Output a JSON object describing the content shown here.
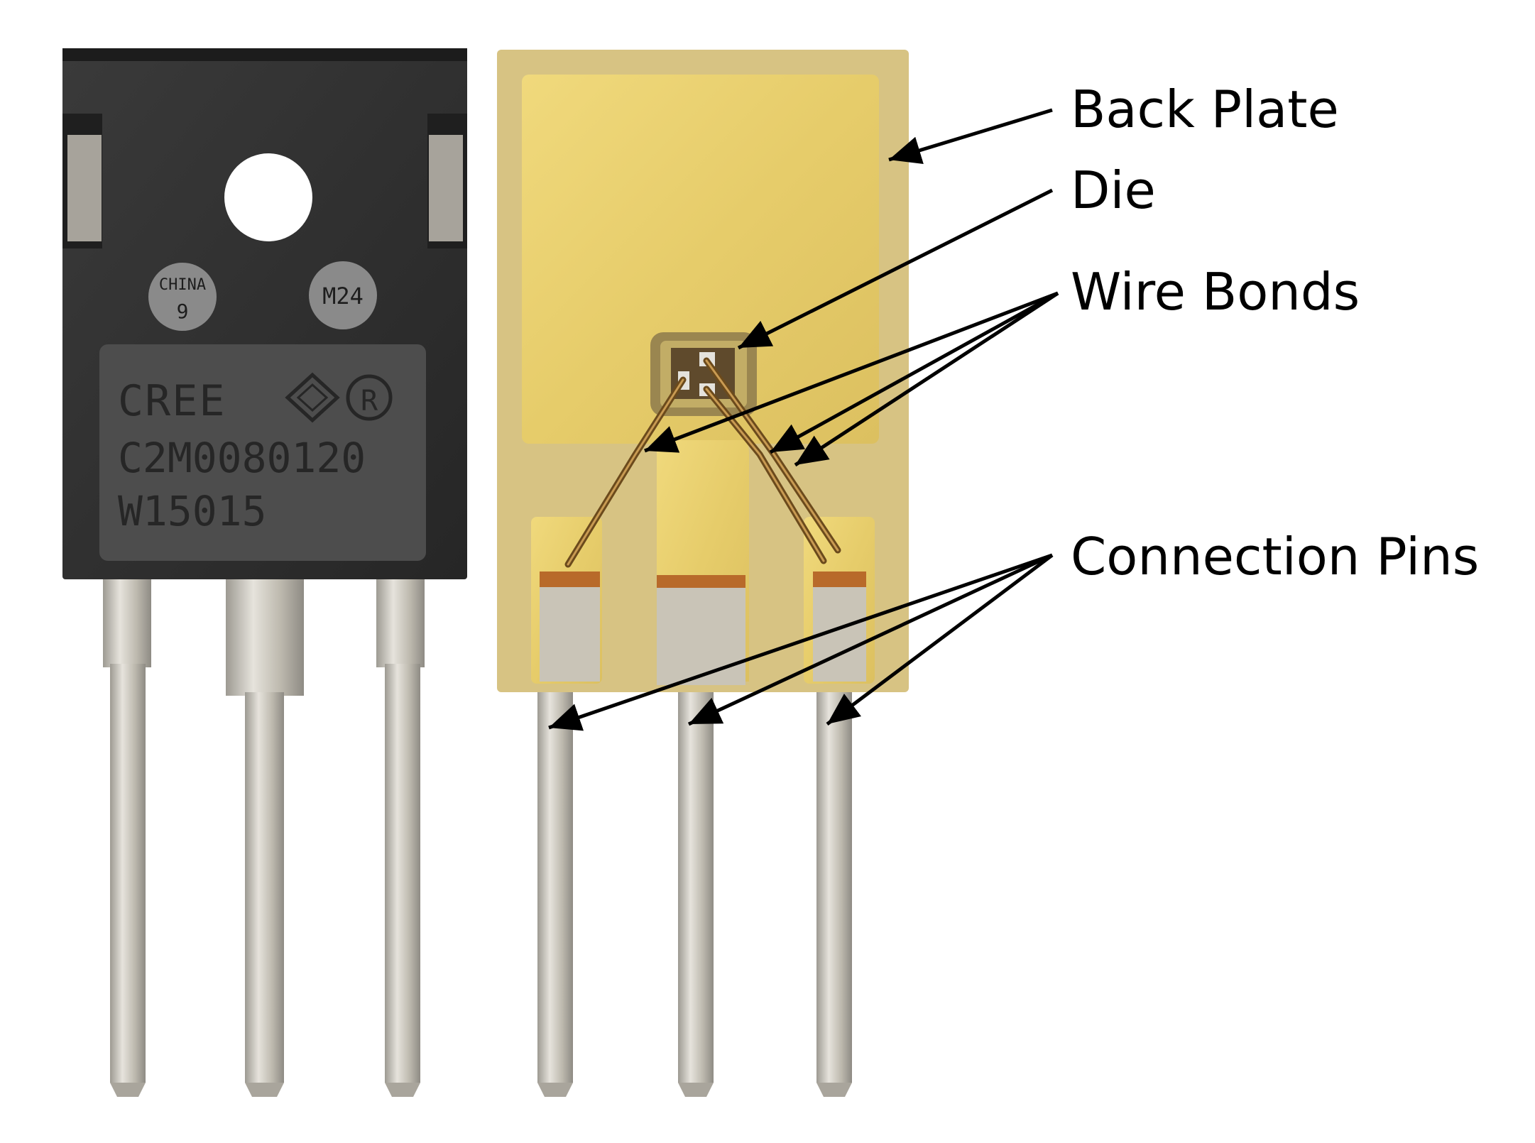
{
  "package_front": {
    "circle_mark_text": "CHINA",
    "circle_mark_number": "9",
    "date_code": "M24",
    "brand": "CREE",
    "part_number": "C2M0080120",
    "lot_code": "W15015"
  },
  "callouts": {
    "back_plate": "Back Plate",
    "die": "Die",
    "wire_bonds": "Wire Bonds",
    "connection_pins": "Connection Pins"
  },
  "colors": {
    "package_body": "#2f2f2f",
    "gold_plate": "#e8cf6f",
    "substrate": "#d6c181",
    "pin_metal": "#c9c4b7",
    "copper": "#b86a2a"
  }
}
